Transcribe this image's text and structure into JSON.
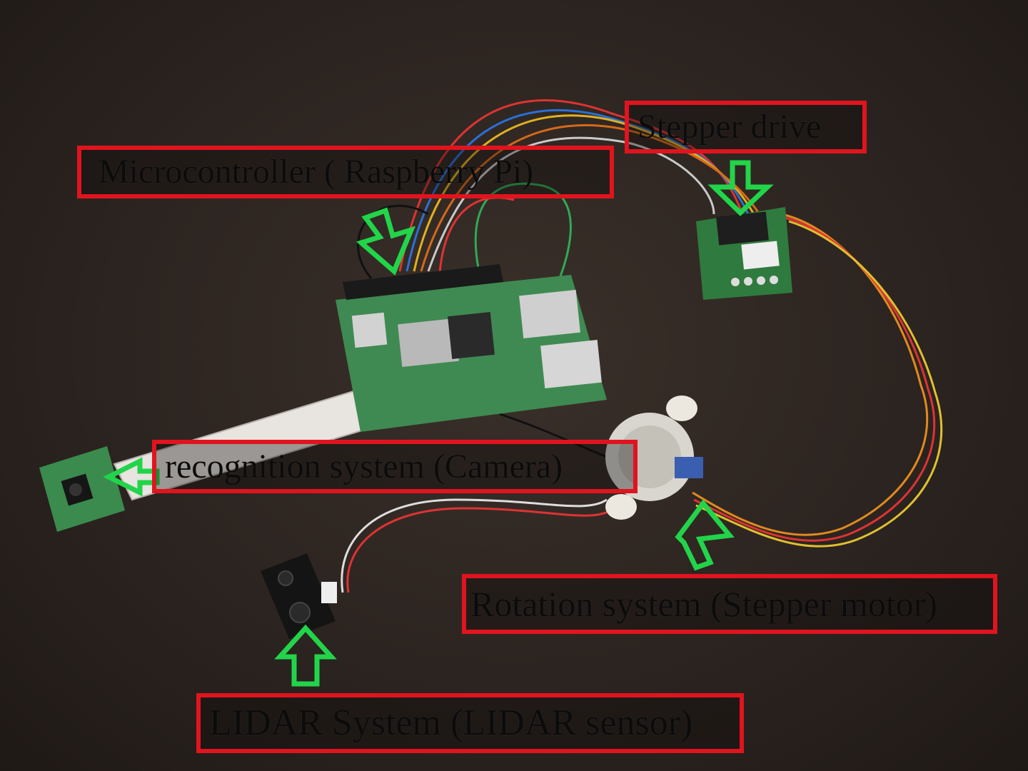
{
  "annotations": {
    "stepper_drive": "Stepper drive",
    "microcontroller": "Microcontroller ( Raspberry Pi)",
    "camera": "recognition system (Camera)",
    "stepper_motor": "Rotation system (Stepper motor)",
    "lidar": "LIDAR System (LIDAR sensor)"
  },
  "colors": {
    "box_border": "#e0141e",
    "arrow": "#22d44a",
    "background": "#2c2420"
  }
}
